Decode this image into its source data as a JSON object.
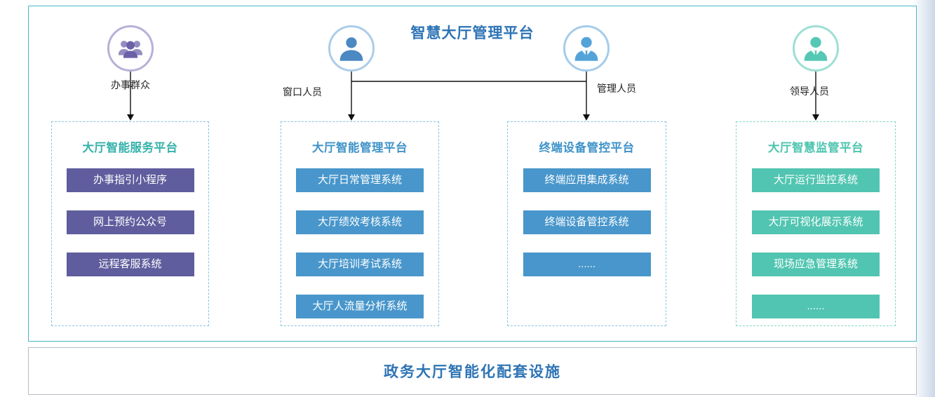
{
  "page": {
    "title": "智慧大厅管理平台",
    "footer": "政务大厅智能化配套设施"
  },
  "actors": [
    {
      "label": "办事群众",
      "icon": "people-group-icon",
      "ring_color": "#b7b0d8",
      "color": "#6a61a8"
    },
    {
      "label": "窗口人员",
      "icon": "person-icon",
      "ring_color": "#abcde9",
      "color": "#4c88c2"
    },
    {
      "label": "管理人员",
      "icon": "person-tie-icon",
      "ring_color": "#a5cceb",
      "color": "#54a3d8"
    },
    {
      "label": "领导人员",
      "icon": "person-tie-icon",
      "ring_color": "#9ce0d4",
      "color": "#54c8b4"
    }
  ],
  "columns": [
    {
      "title": "大厅智能服务平台",
      "title_color": "#33b1aa",
      "item_color": "#5f5d9d",
      "items": [
        "办事指引小程序",
        "网上预约公众号",
        "远程客服系统"
      ]
    },
    {
      "title": "大厅智能管理平台",
      "title_color": "#3f93c8",
      "item_color": "#4896cb",
      "items": [
        "大厅日常管理系统",
        "大厅绩效考核系统",
        "大厅培训考试系统",
        "大厅人流量分析系统"
      ]
    },
    {
      "title": "终端设备管控平台",
      "title_color": "#3f93c8",
      "item_color": "#4896cb",
      "items": [
        "终端应用集成系统",
        "终端设备管控系统",
        "......"
      ]
    },
    {
      "title": "大厅智慧监管平台",
      "title_color": "#4cc4ae",
      "item_color": "#51c5b1",
      "items": [
        "大厅运行监控系统",
        "大厅可视化展示系统",
        "现场应急管理系统",
        "......"
      ]
    }
  ],
  "connector_color": "#111111"
}
